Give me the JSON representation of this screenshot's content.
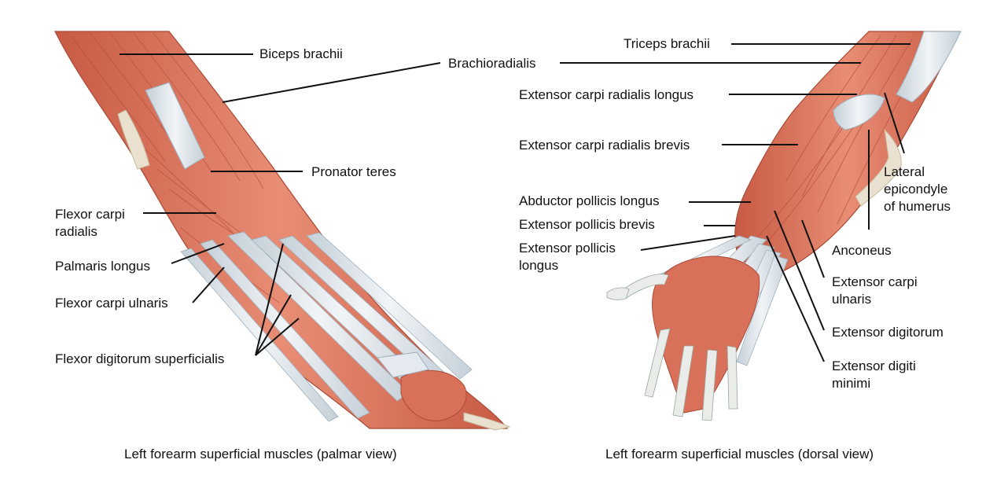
{
  "palmar": {
    "labels": {
      "biceps_brachii": "Biceps brachii",
      "brachioradialis": "Brachioradialis",
      "pronator_teres": "Pronator teres",
      "flexor_carpi_radialis": "Flexor carpi\nradialis",
      "palmaris_longus": "Palmaris longus",
      "flexor_carpi_ulnaris": "Flexor carpi ulnaris",
      "flexor_digitorum_superficialis": "Flexor digitorum superficialis"
    },
    "caption": "Left forearm superficial muscles (palmar view)"
  },
  "dorsal": {
    "labels": {
      "triceps_brachii": "Triceps brachii",
      "extensor_carpi_radialis_longus": "Extensor carpi radialis longus",
      "extensor_carpi_radialis_brevis": "Extensor carpi radialis brevis",
      "abductor_pollicis_longus": "Abductor pollicis longus",
      "extensor_pollicis_brevis": "Extensor pollicis brevis",
      "extensor_pollicis_longus": "Extensor pollicis\nlongus",
      "lateral_epicondyle": "Lateral\nepicondyle\nof humerus",
      "anconeus": "Anconeus",
      "extensor_carpi_ulnaris": "Extensor carpi\nulnaris",
      "extensor_digitorum": "Extensor digitorum",
      "extensor_digiti_minimi": "Extensor digiti\nminimi"
    },
    "caption": "Left forearm superficial muscles (dorsal view)"
  },
  "colors": {
    "muscle": "#d9705a",
    "muscle_dark": "#b9503c",
    "muscle_light": "#ec9a84",
    "tendon": "#e4eaef",
    "tendon_shade": "#b9c6d0",
    "bone": "#e9e0cf",
    "leader": "#111111"
  }
}
